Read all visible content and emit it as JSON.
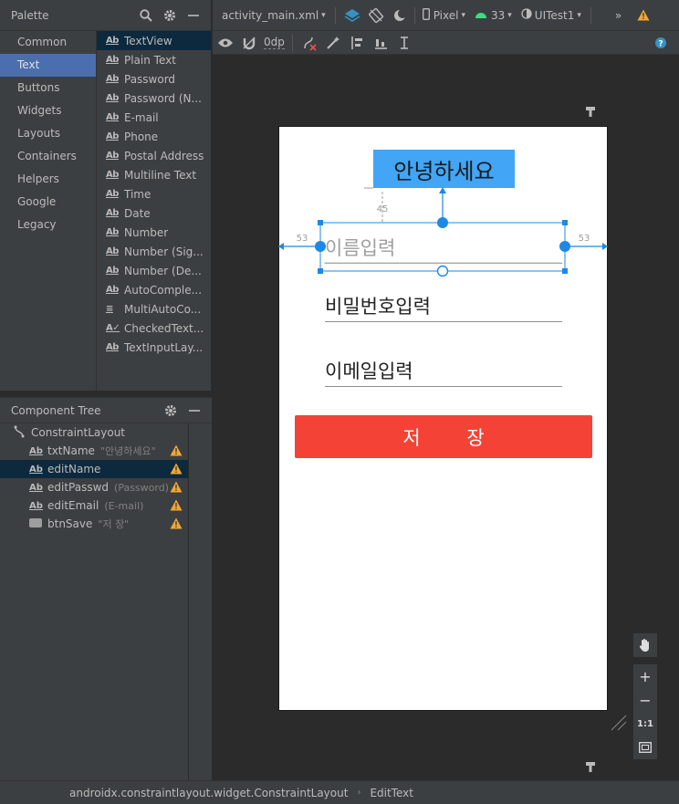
{
  "palette": {
    "title": "Palette",
    "categories": [
      "Common",
      "Text",
      "Buttons",
      "Widgets",
      "Layouts",
      "Containers",
      "Helpers",
      "Google",
      "Legacy"
    ],
    "selected_category": "Text",
    "widgets": [
      {
        "icon": "Ab",
        "label": "TextView"
      },
      {
        "icon": "Ab",
        "label": "Plain Text"
      },
      {
        "icon": "Ab",
        "label": "Password"
      },
      {
        "icon": "Ab",
        "label": "Password (N..."
      },
      {
        "icon": "Ab",
        "label": "E-mail"
      },
      {
        "icon": "Ab",
        "label": "Phone"
      },
      {
        "icon": "Ab",
        "label": "Postal Address"
      },
      {
        "icon": "Ab",
        "label": "Multiline Text"
      },
      {
        "icon": "Ab",
        "label": "Time"
      },
      {
        "icon": "Ab",
        "label": "Date"
      },
      {
        "icon": "Ab",
        "label": "Number"
      },
      {
        "icon": "Ab",
        "label": "Number (Sig..."
      },
      {
        "icon": "Ab",
        "label": "Number (De..."
      },
      {
        "icon": "Ab",
        "label": "AutoComple..."
      },
      {
        "icon": "≡",
        "label": "MultiAutoCo..."
      },
      {
        "icon": "A✓",
        "label": "CheckedText..."
      },
      {
        "icon": "Ab",
        "label": "TextInputLay..."
      }
    ]
  },
  "component_tree": {
    "title": "Component Tree",
    "root": "ConstraintLayout",
    "items": [
      {
        "name": "txtName",
        "detail": "\"안녕하세요\"",
        "warning": true,
        "selected": false,
        "icon": "Ab"
      },
      {
        "name": "editName",
        "detail": "",
        "warning": true,
        "selected": true,
        "icon": "Ab"
      },
      {
        "name": "editPasswd",
        "detail": "(Password)",
        "warning": true,
        "selected": false,
        "icon": "Ab"
      },
      {
        "name": "editEmail",
        "detail": "(E-mail)",
        "warning": true,
        "selected": false,
        "icon": "Ab"
      },
      {
        "name": "btnSave",
        "detail": "\"저 장\"",
        "warning": true,
        "selected": false,
        "icon": "button"
      }
    ]
  },
  "toolbar": {
    "file": "activity_main.xml",
    "device": "Pixel",
    "api": "33",
    "theme": "UITest1",
    "margin": "0dp"
  },
  "design": {
    "title_text": "안녕하세요",
    "name_hint": "이름입력",
    "password_text": "비밀번호입력",
    "email_text": "이메일입력",
    "save_label": "저 장",
    "margin_top": "45",
    "margin_left": "53",
    "margin_right": "53"
  },
  "zoom": {
    "zoom_in": "+",
    "zoom_out": "−",
    "one_to_one": "1:1"
  },
  "statusbar": {
    "path": "androidx.constraintlayout.widget.ConstraintLayout",
    "current": "EditText"
  },
  "colors": {
    "accent_blue": "#42a5f5",
    "save_red": "#f44336",
    "selection_blue": "#1e88e5",
    "warning": "#f0a732"
  }
}
